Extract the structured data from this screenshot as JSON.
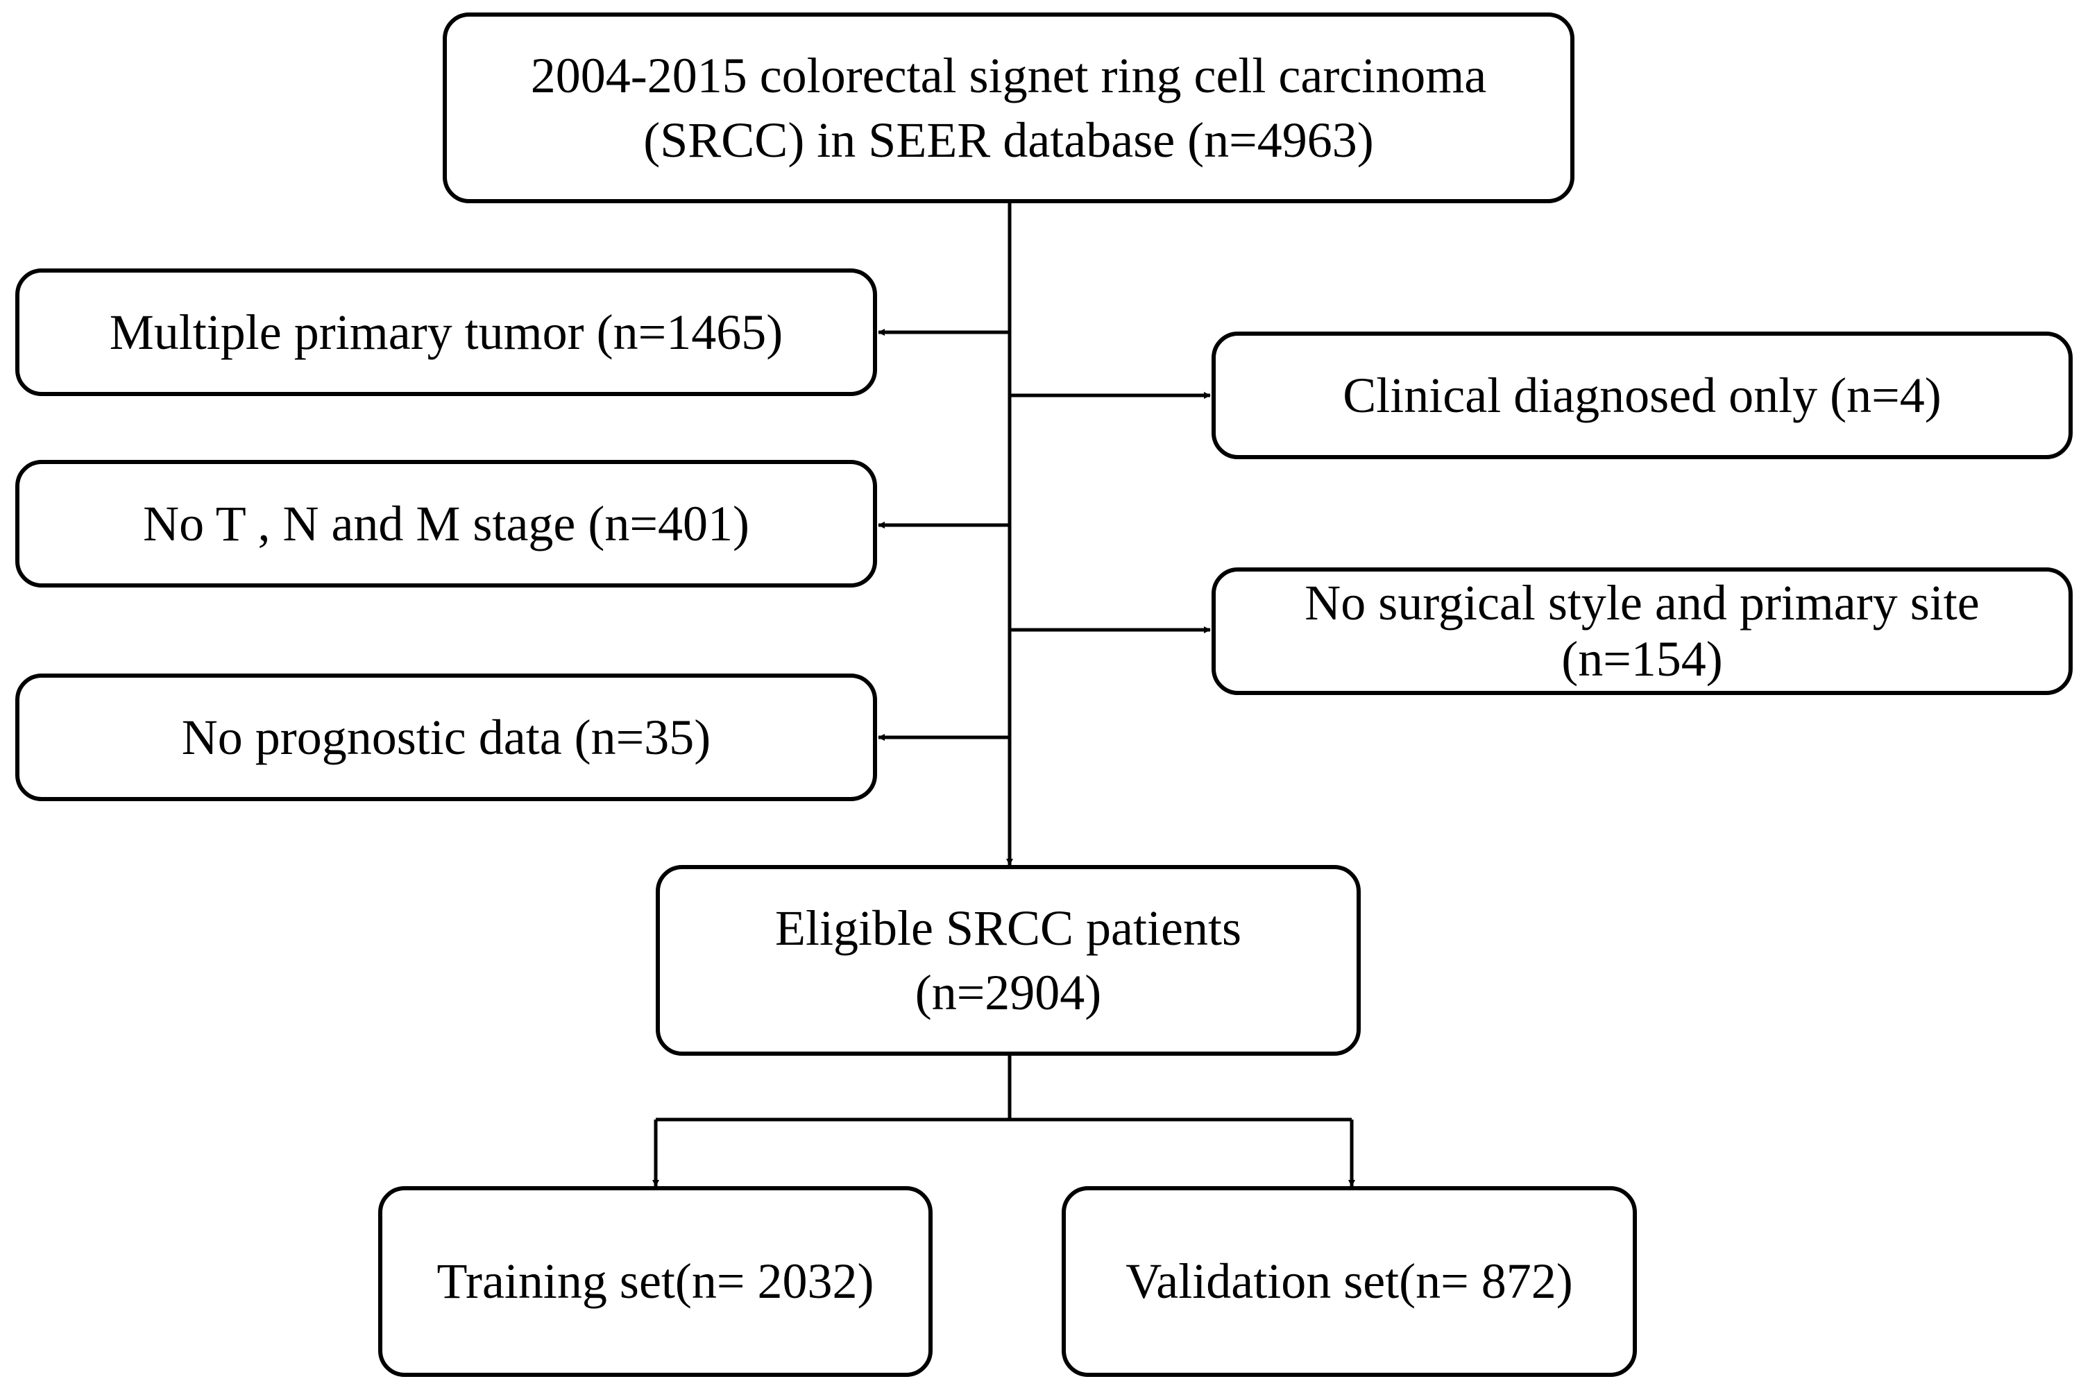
{
  "flowchart": {
    "source": {
      "line1": "2004-2015 colorectal signet ring cell carcinoma",
      "line2": "(SRCC) in SEER database (n=4963)"
    },
    "exclusions_left": [
      "Multiple primary tumor (n=1465)",
      "No T , N and M stage (n=401)",
      "No prognostic data (n=35)"
    ],
    "exclusions_right": [
      {
        "line1": "Clinical diagnosed only (n=4)",
        "line2": ""
      },
      {
        "line1": "No surgical style and primary site",
        "line2": "(n=154)"
      }
    ],
    "eligible": {
      "line1": "Eligible SRCC patients",
      "line2": "(n=2904)"
    },
    "training": "Training set(n= 2032)",
    "validation": "Validation set(n= 872)"
  },
  "colors": {
    "stroke": "#000000",
    "background": "#ffffff"
  }
}
